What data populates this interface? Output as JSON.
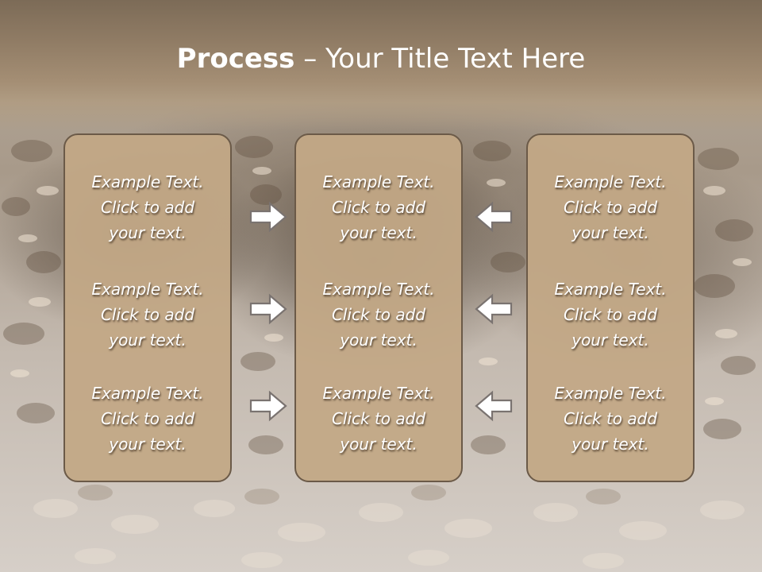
{
  "slide": {
    "title_bold": "Process",
    "title_separator": " – ",
    "title_rest": "Your Title Text Here"
  },
  "columns": [
    {
      "items": [
        {
          "line1": "Example Text.",
          "line2": "Click  to add",
          "line3": "your text."
        },
        {
          "line1": "Example Text.",
          "line2": "Click  to add",
          "line3": "your text."
        },
        {
          "line1": "Example Text.",
          "line2": "Click  to add",
          "line3": "your text."
        }
      ]
    },
    {
      "items": [
        {
          "line1": "Example Text.",
          "line2": "Click  to add",
          "line3": "your text."
        },
        {
          "line1": "Example Text.",
          "line2": "Click  to add",
          "line3": "your text."
        },
        {
          "line1": "Example Text.",
          "line2": "Click  to add",
          "line3": "your text."
        }
      ]
    },
    {
      "items": [
        {
          "line1": "Example Text.",
          "line2": "Click  to add",
          "line3": "your text."
        },
        {
          "line1": "Example Text.",
          "line2": "Click  to add",
          "line3": "your text."
        },
        {
          "line1": "Example Text.",
          "line2": "Click  to add",
          "line3": "your text."
        }
      ]
    }
  ],
  "arrows": {
    "left_to_center": "arrow-right-icon",
    "right_to_center": "arrow-left-icon"
  },
  "colors": {
    "header": "#8f7b64",
    "box_fill": "#c2a886",
    "box_border": "#6b5a48",
    "arrow_fill": "#ffffff",
    "arrow_stroke": "#7a7370",
    "text": "#ffffff"
  }
}
